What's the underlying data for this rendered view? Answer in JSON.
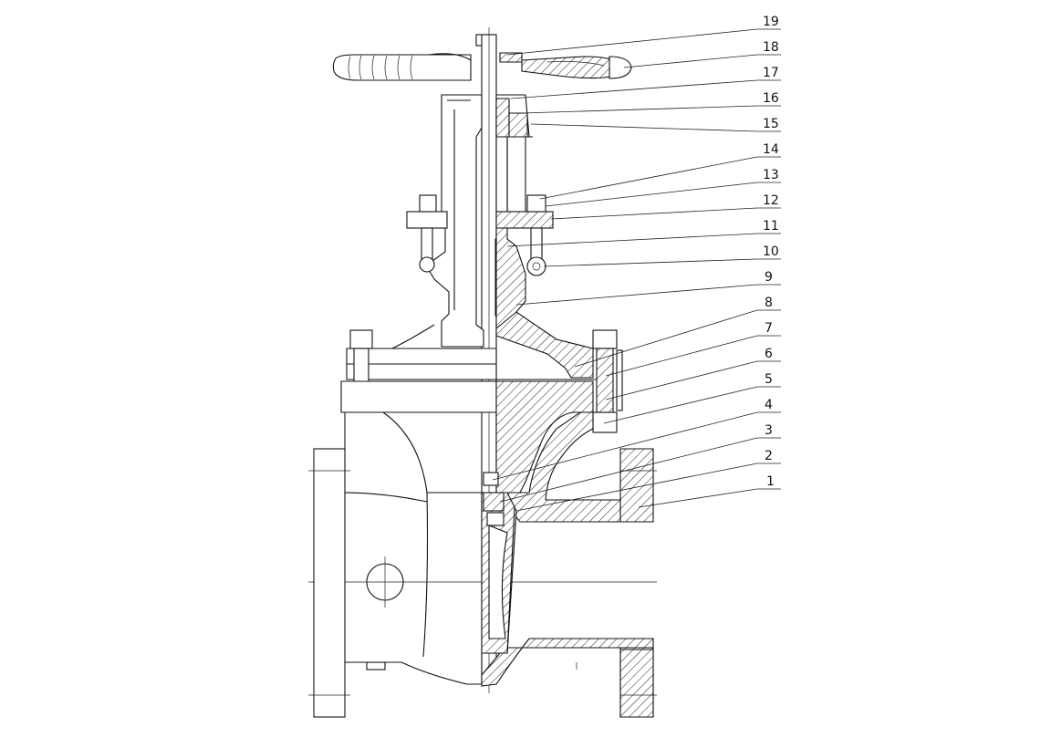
{
  "callouts": [
    {
      "label": "19"
    },
    {
      "label": "18"
    },
    {
      "label": "17"
    },
    {
      "label": "16"
    },
    {
      "label": "15"
    },
    {
      "label": "14"
    },
    {
      "label": "13"
    },
    {
      "label": "12"
    },
    {
      "label": "11"
    },
    {
      "label": "10"
    },
    {
      "label": "9"
    },
    {
      "label": "8"
    },
    {
      "label": "7"
    },
    {
      "label": "6"
    },
    {
      "label": "5"
    },
    {
      "label": "4"
    },
    {
      "label": "3"
    },
    {
      "label": "2"
    },
    {
      "label": "1"
    }
  ],
  "colors": {
    "line": "#111111",
    "background": "#ffffff"
  }
}
